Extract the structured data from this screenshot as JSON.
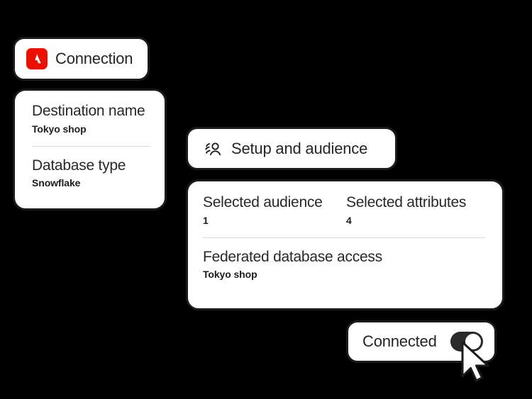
{
  "background_color": "#000000",
  "card": {
    "bg_color": "#ffffff",
    "border_color": "#1b1b1b",
    "divider_color": "#dadada"
  },
  "connection": {
    "logo": "adobe-logo",
    "logo_color": "#EB1000",
    "label": "Connection"
  },
  "destination": {
    "fields": [
      {
        "label": "Destination name",
        "value": "Tokyo shop"
      },
      {
        "label": "Database type",
        "value": "Snowflake"
      }
    ]
  },
  "setup": {
    "icon": "audience-icon",
    "label": "Setup and audience"
  },
  "audience": {
    "stats": [
      {
        "label": "Selected audience",
        "value": "1"
      },
      {
        "label": "Selected attributes",
        "value": "4"
      }
    ],
    "federated": {
      "label": "Federated database access",
      "value": "Tokyo shop"
    }
  },
  "connected": {
    "label": "Connected",
    "toggle": {
      "state": "on",
      "track_color": "#2b2b2b",
      "knob_color": "#ffffff"
    }
  },
  "cursor": {
    "icon": "mouse-pointer-icon",
    "fill_color": "#ffffff",
    "outline_color": "#1b1b1b"
  }
}
